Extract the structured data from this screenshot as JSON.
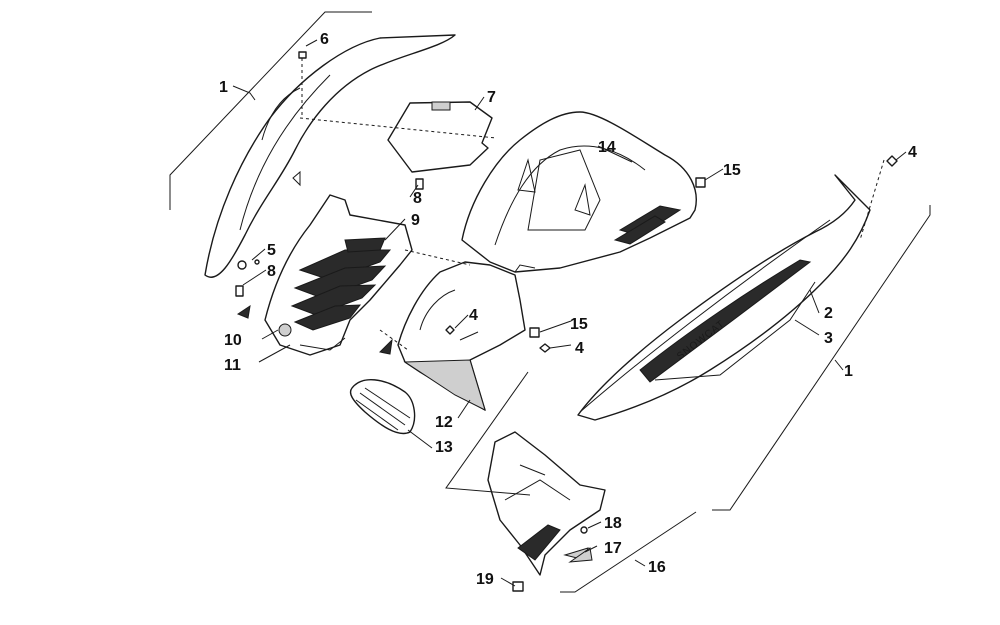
{
  "diagram": {
    "decal_text": "SNOWCAT",
    "callouts": [
      {
        "id": "c1a",
        "label": "1"
      },
      {
        "id": "c1b",
        "label": "1"
      },
      {
        "id": "c2",
        "label": "2"
      },
      {
        "id": "c3",
        "label": "3"
      },
      {
        "id": "c4a",
        "label": "4"
      },
      {
        "id": "c4b",
        "label": "4"
      },
      {
        "id": "c4c",
        "label": "4"
      },
      {
        "id": "c5",
        "label": "5"
      },
      {
        "id": "c6",
        "label": "6"
      },
      {
        "id": "c7",
        "label": "7"
      },
      {
        "id": "c8a",
        "label": "8"
      },
      {
        "id": "c8b",
        "label": "8"
      },
      {
        "id": "c9",
        "label": "9"
      },
      {
        "id": "c10",
        "label": "10"
      },
      {
        "id": "c11",
        "label": "11"
      },
      {
        "id": "c12",
        "label": "12"
      },
      {
        "id": "c13",
        "label": "13"
      },
      {
        "id": "c14",
        "label": "14"
      },
      {
        "id": "c15a",
        "label": "15"
      },
      {
        "id": "c15b",
        "label": "15"
      },
      {
        "id": "c16",
        "label": "16"
      },
      {
        "id": "c17",
        "label": "17"
      },
      {
        "id": "c18",
        "label": "18"
      },
      {
        "id": "c19",
        "label": "19"
      }
    ]
  }
}
